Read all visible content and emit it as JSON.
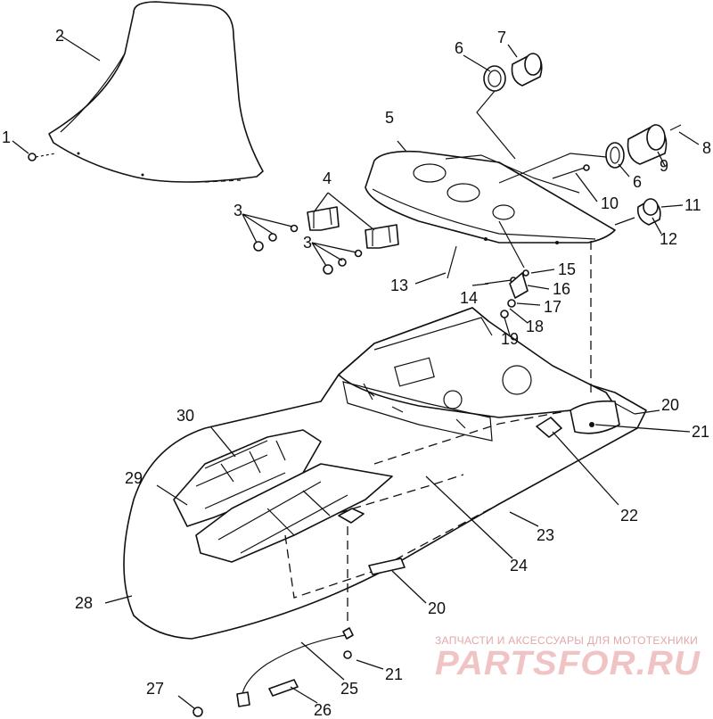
{
  "callouts": {
    "c1": "1",
    "c2": "2",
    "c3a": "3",
    "c3b": "3",
    "c4": "4",
    "c5": "5",
    "c6a": "6",
    "c6b": "6",
    "c7": "7",
    "c8": "8",
    "c9": "9",
    "c10": "10",
    "c11": "11",
    "c12": "12",
    "c13": "13",
    "c14": "14",
    "c15": "15",
    "c16": "16",
    "c17": "17",
    "c18": "18",
    "c19": "19",
    "c20a": "20",
    "c20b": "20",
    "c21a": "21",
    "c21b": "21",
    "c22": "22",
    "c23": "23",
    "c24": "24",
    "c25": "25",
    "c26": "26",
    "c27": "27",
    "c28": "28",
    "c29": "29",
    "c30": "30"
  },
  "watermark": {
    "tagline": "ЗАПЧАСТИ И АКСЕССУАРЫ ДЛЯ МОТОТЕХНИКИ",
    "logo": "PARTSFOR.RU"
  }
}
